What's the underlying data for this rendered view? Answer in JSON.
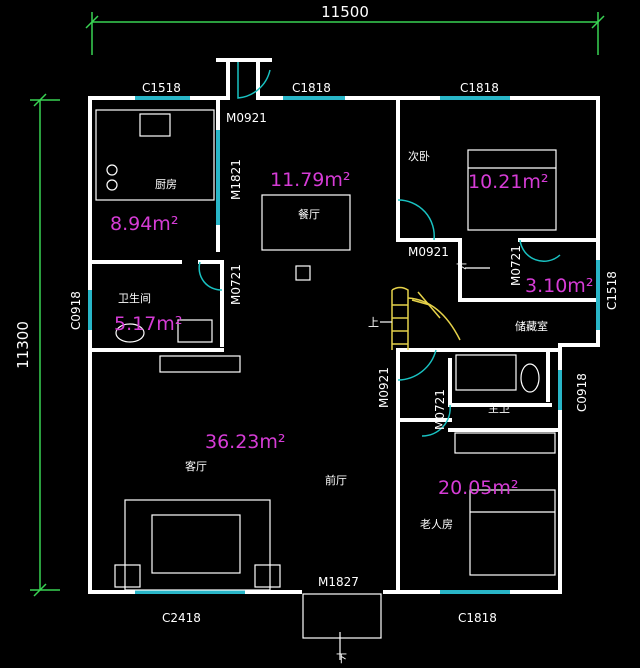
{
  "colors": {
    "background": "#000000",
    "wall": "#ffffff",
    "dimension": "#39d353",
    "window": "#29b6c8",
    "area_text": "#d63cd6",
    "stair": "#e6d24a",
    "door": "#19c2c2"
  },
  "dimensions": {
    "width": "11500",
    "height": "11300"
  },
  "windows": {
    "kitchen_top": "C1518",
    "dining_top": "C1818",
    "bedroom2_top": "C1818",
    "bathroom_left": "C0918",
    "storage_right": "C1518",
    "bath_right": "C0918",
    "living_bottom": "C2418",
    "elder_bottom": "C1818"
  },
  "doors": {
    "entry_top": "M0921",
    "kitchen": "M1821",
    "bathroom": "M0721",
    "bedroom2": "M0921",
    "storage": "M0721",
    "elder": "M0921",
    "master_bath": "M0721",
    "main_entry": "M1827"
  },
  "rooms": {
    "kitchen": "厨房",
    "dining": "餐厅",
    "bedroom2": "次卧",
    "bathroom": "卫生间",
    "storage": "储藏室",
    "master_bath": "主卫",
    "living": "客厅",
    "foyer": "前厅",
    "elder_room": "老人房"
  },
  "areas": {
    "kitchen": "8.94m²",
    "dining": "11.79m²",
    "bedroom2": "10.21m²",
    "bathroom": "5.17m²",
    "storage": "3.10m²",
    "living": "36.23m²",
    "elder_room": "20.05m²"
  },
  "stairs": {
    "down_top": "下",
    "up": "上",
    "down_bottom": "下"
  }
}
